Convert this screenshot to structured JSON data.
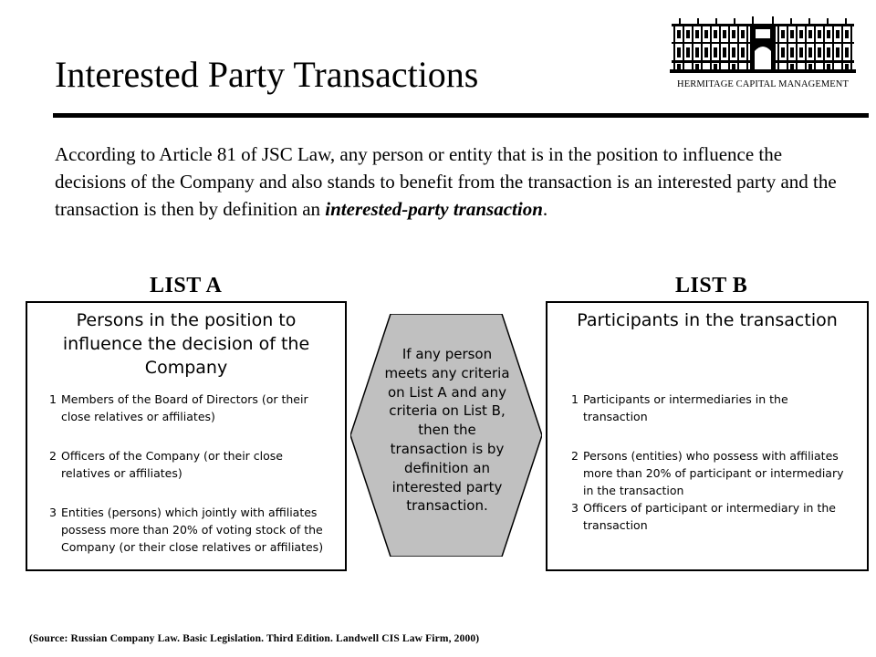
{
  "header": {
    "title": "Interested Party Transactions",
    "logo_caption": "HERMITAGE CAPITAL MANAGEMENT"
  },
  "intro": {
    "text": "According to Article 81 of JSC Law, any person or entity that is in the position to influence the decisions of the Company and also stands to benefit from the transaction is an interested party and the transaction is then by definition an ",
    "emphasis": "interested-party transaction",
    "end": "."
  },
  "list_a": {
    "heading": "LIST A",
    "title_lines": [
      "Persons in the position to",
      "influence the decision of the",
      "Company"
    ],
    "items": [
      {
        "num": "1",
        "lines": [
          "Members of the Board of Directors (or their",
          "close relatives or affiliates)"
        ]
      },
      {
        "num": "2",
        "lines": [
          "Officers of the Company (or their close",
          "relatives or affiliates)"
        ]
      },
      {
        "num": "3",
        "lines": [
          "Entities (persons) which jointly with affiliates",
          "possess more than 20% of voting stock of the",
          "Company (or their close relatives or affiliates)"
        ]
      }
    ]
  },
  "center": {
    "lines": [
      "If any person",
      "meets any criteria",
      "on List A and any",
      "criteria on List B,",
      "then the",
      "transaction is by",
      "definition an",
      "interested party",
      "transaction."
    ],
    "fill": "#c0c0c0"
  },
  "list_b": {
    "heading": "LIST B",
    "title": "Participants in the transaction",
    "items": [
      {
        "num": "1",
        "lines": [
          "Participants or intermediaries in the",
          "transaction"
        ]
      },
      {
        "num": "2",
        "lines": [
          "Persons (entities) who possess with affiliates",
          "more than 20% of participant or intermediary",
          "in the transaction"
        ]
      },
      {
        "num": "3",
        "lines": [
          "Officers of participant or intermediary in the",
          "transaction"
        ]
      }
    ]
  },
  "footer": {
    "source": "(Source:  Russian Company Law.  Basic Legislation.  Third Edition.  Landwell CIS Law Firm, 2000)"
  }
}
